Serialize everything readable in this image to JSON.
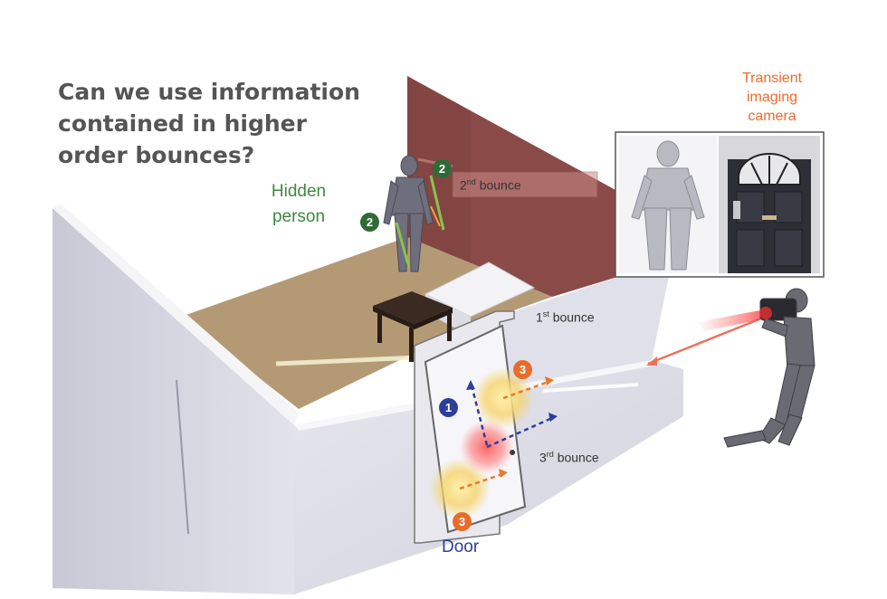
{
  "title": "Can we use information contained in higher order bounces?",
  "labels": {
    "hidden_person": "Hidden person",
    "camera": "Transient imaging camera",
    "door": "Door",
    "first_bounce": {
      "number": "1",
      "sup": "st",
      "text": "bounce"
    },
    "second_bounce": {
      "number": "2",
      "sup": "nd",
      "text": "bounce"
    },
    "third_bounce": {
      "number": "3",
      "sup": "rd",
      "text": "bounce"
    }
  },
  "badges": {
    "bounce1": "1",
    "bounce2_top": "2",
    "bounce2_side": "2",
    "bounce3_top": "3",
    "bounce3_bottom": "3"
  },
  "colors": {
    "green": "#3d8a3d",
    "orange": "#ee6a2c",
    "blue": "#2c3e9a",
    "title_gray": "#555555",
    "back_wall": "#8a4a48",
    "floor": "#b49a74",
    "wall": "#dcdce6"
  },
  "icons": [
    "person-figure",
    "table",
    "camera-operator",
    "door"
  ]
}
